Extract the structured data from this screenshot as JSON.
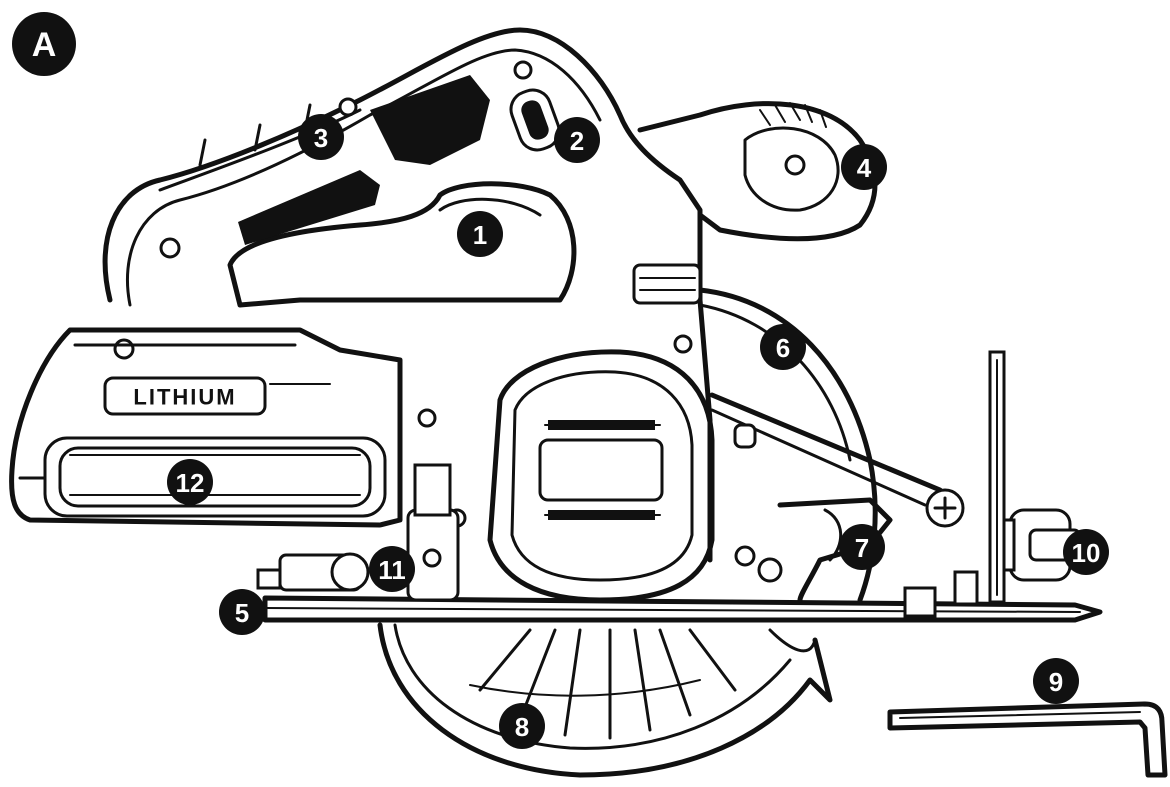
{
  "figure_label": "A",
  "brand_label": "LITHIUM",
  "callouts": [
    {
      "id": "1",
      "label": "1"
    },
    {
      "id": "2",
      "label": "2"
    },
    {
      "id": "3",
      "label": "3"
    },
    {
      "id": "4",
      "label": "4"
    },
    {
      "id": "5",
      "label": "5"
    },
    {
      "id": "6",
      "label": "6"
    },
    {
      "id": "7",
      "label": "7"
    },
    {
      "id": "8",
      "label": "8"
    },
    {
      "id": "9",
      "label": "9"
    },
    {
      "id": "10",
      "label": "10"
    },
    {
      "id": "11",
      "label": "11"
    },
    {
      "id": "12",
      "label": "12"
    }
  ]
}
